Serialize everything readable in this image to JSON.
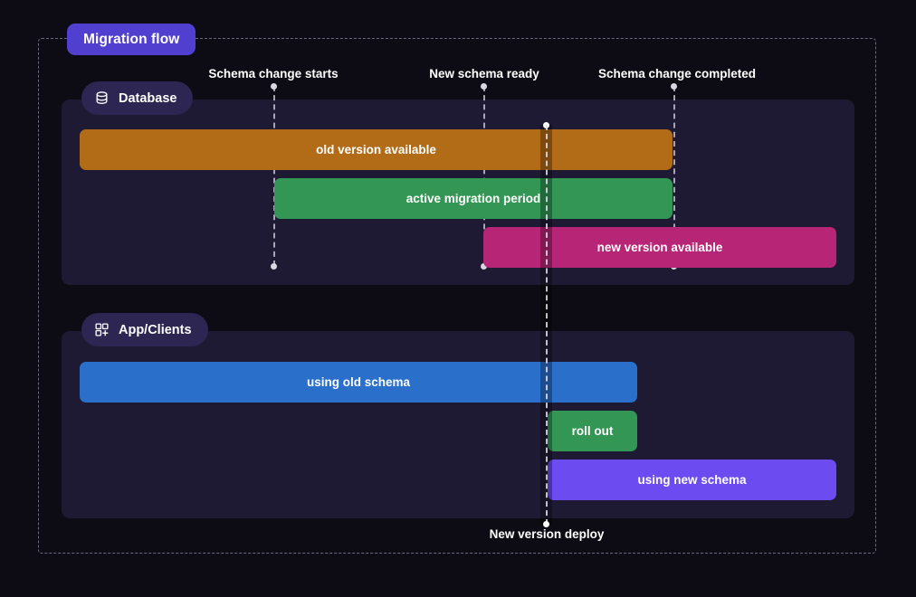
{
  "title_badge": {
    "label": "Migration flow"
  },
  "lanes": [
    {
      "id": "database",
      "label": "Database",
      "icon": "database-icon"
    },
    {
      "id": "app-clients",
      "label": "App/Clients",
      "icon": "app-grid-plus-icon"
    }
  ],
  "markers": [
    {
      "id": "schema-change-starts",
      "label": "Schema change starts"
    },
    {
      "id": "new-schema-ready",
      "label": "New schema ready"
    },
    {
      "id": "schema-change-completed",
      "label": "Schema change completed"
    }
  ],
  "deploy_marker": {
    "label": "New version deploy"
  },
  "bars": [
    {
      "id": "old-version-available",
      "label": "old version available",
      "lane": "database",
      "color": "#b26b17"
    },
    {
      "id": "active-migration-period",
      "label": "active migration period",
      "lane": "database",
      "color": "#339654"
    },
    {
      "id": "new-version-available",
      "label": "new version available",
      "lane": "database",
      "color": "#b72676"
    },
    {
      "id": "using-old-schema",
      "label": "using old schema",
      "lane": "app-clients",
      "color": "#2a6fc9"
    },
    {
      "id": "roll-out",
      "label": "roll out",
      "lane": "app-clients",
      "color": "#339654"
    },
    {
      "id": "using-new-schema",
      "label": "using new schema",
      "lane": "app-clients",
      "color": "#6c4bf0"
    }
  ],
  "colors": {
    "page_background": "#0d0c14",
    "lane_background": "#1e1a33",
    "badge_purple": "#5140cf",
    "pill_purple": "#2d2552",
    "marker_line": "#d8d6e4"
  }
}
